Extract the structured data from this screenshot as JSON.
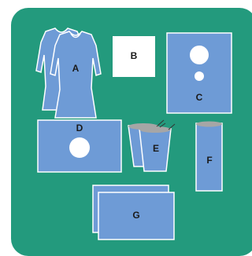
{
  "colors": {
    "background_panel": "#239a7d",
    "item_fill": "#6e9bd6",
    "item_stroke": "#ffffff",
    "label_text": "#1a1a1a",
    "cap_gray": "#a6a6a6"
  },
  "items": {
    "gown": {
      "label": "A",
      "icon": "surgical-gown-icon"
    },
    "square": {
      "label": "B",
      "icon": "white-square-icon"
    },
    "drape_two_holes": {
      "label": "C",
      "icon": "fenestrated-drape-icon"
    },
    "drape_one_hole": {
      "label": "D",
      "icon": "fenestrated-drape-icon"
    },
    "leg_covers": {
      "label": "E",
      "icon": "leggings-icon"
    },
    "tube_cover": {
      "label": "F",
      "icon": "tube-cover-icon"
    },
    "towels": {
      "label": "G",
      "icon": "stacked-towels-icon"
    }
  }
}
